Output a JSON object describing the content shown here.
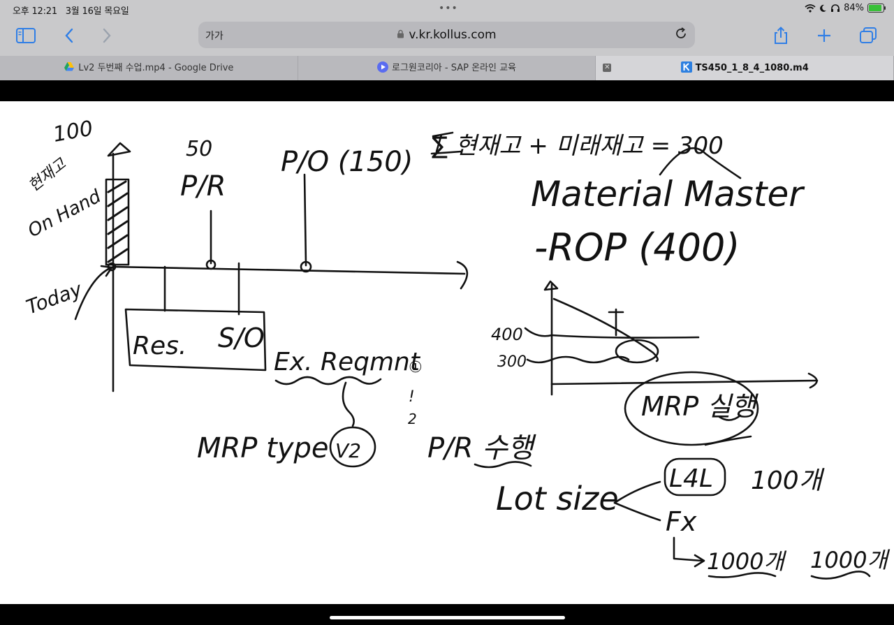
{
  "status_bar": {
    "time": "오후 12:21",
    "date": "3월 16일 목요일",
    "dots": "•••",
    "battery": "84%"
  },
  "toolbar": {
    "address_prefix": "가가",
    "url": "v.kr.kollus.com"
  },
  "tabs": [
    {
      "label": "Lv2 두번째 수업.mp4 - Google Drive",
      "favicon_color": "#1fa463"
    },
    {
      "label": "로그원코리아 - SAP 온라인 교육",
      "favicon_color": "#5a6cf0"
    },
    {
      "label": "TS450_1_8_4_1080.m4",
      "favicon_color": "#2c7fe0"
    }
  ],
  "whiteboard": {
    "top_left_number": "100",
    "onhand_korean": "현재고",
    "onhand_label": "On Hand",
    "today_label": "Today",
    "pr_qty": "50",
    "pr_label": "P/R",
    "po_label": "P/O (150)",
    "formula": "∑ 현재고 + 미래재고 = 300",
    "mm_label": "Material Master",
    "rop_label": "-ROP (400)",
    "res_label": "Res.",
    "so_label": "S/O",
    "exreq_label": "Ex. Reqmnt",
    "markers": [
      "①",
      "ǃ",
      "2"
    ],
    "mrp_type_label": "MRP type",
    "v2_label": "V2",
    "pr_generate": "P/R 수행",
    "graph_400": "400",
    "graph_300": "300",
    "mrp_run": "MRP 실행",
    "lot_size": "Lot size",
    "l4l": "L4L",
    "l4l_qty": "100개",
    "fx": "Fx",
    "fx_qty1": "1000개",
    "fx_qty2": "1000개"
  }
}
